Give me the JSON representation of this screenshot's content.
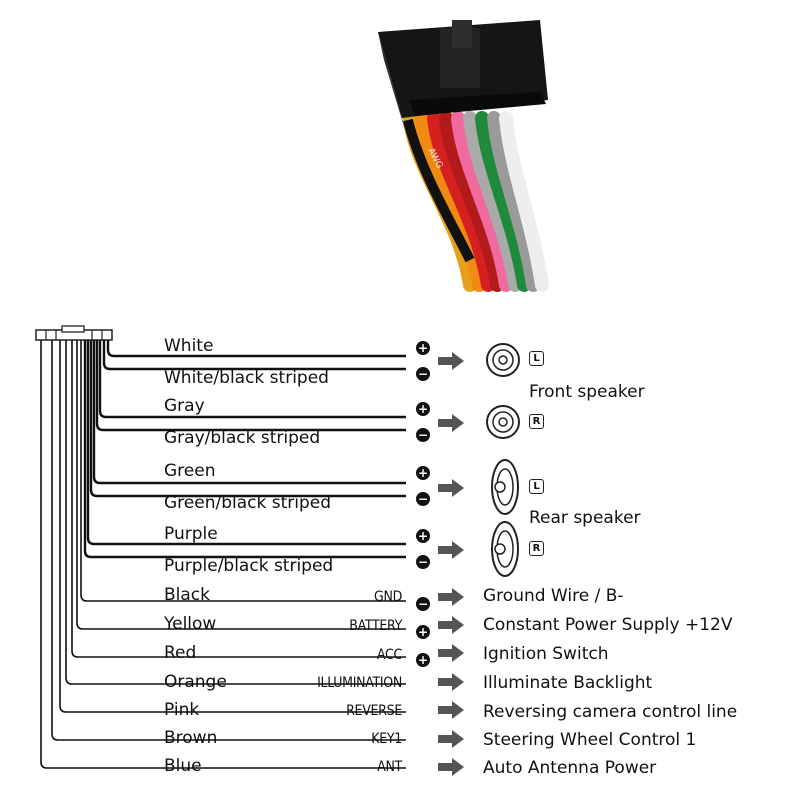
{
  "speaker_rows": [
    {
      "pos_wire": "White",
      "neg_wire": "White/black striped",
      "badge": "L"
    },
    {
      "pos_wire": "Gray",
      "neg_wire": "Gray/black striped",
      "badge": "R"
    },
    {
      "pos_wire": "Green",
      "neg_wire": "Green/black striped",
      "badge": "L"
    },
    {
      "pos_wire": "Purple",
      "neg_wire": "Purple/black striped",
      "badge": "R"
    }
  ],
  "speaker_groups": {
    "front": "Front speaker",
    "rear": "Rear speaker"
  },
  "polarity": {
    "plus": "+",
    "minus": "−"
  },
  "function_rows": [
    {
      "wire": "Black",
      "code": "GND",
      "polarity": "−",
      "function": "Ground Wire / B-"
    },
    {
      "wire": "Yellow",
      "code": "BATTERY",
      "polarity": "+",
      "function": "Constant Power Supply +12V"
    },
    {
      "wire": "Red",
      "code": "ACC",
      "polarity": "+",
      "function": "Ignition Switch"
    },
    {
      "wire": "Orange",
      "code": "ILLUMINATION",
      "polarity": "",
      "function": "Illuminate Backlight"
    },
    {
      "wire": "Pink",
      "code": "REVERSE",
      "polarity": "",
      "function": "Reversing camera control line"
    },
    {
      "wire": "Brown",
      "code": "KEY1",
      "polarity": "",
      "function": "Steering Wheel Control 1"
    },
    {
      "wire": "Blue",
      "code": "ANT",
      "polarity": "",
      "function": "Auto  Antenna Power"
    }
  ],
  "connector_photo": {
    "awg_text": "AWG",
    "wire_colors": [
      "#e7a019",
      "#f08a12",
      "#d62020",
      "#b31a1a",
      "#f06aa0",
      "#aaaaaa",
      "#1e8a3a",
      "#9a9a9a",
      "#eeeeee"
    ]
  }
}
